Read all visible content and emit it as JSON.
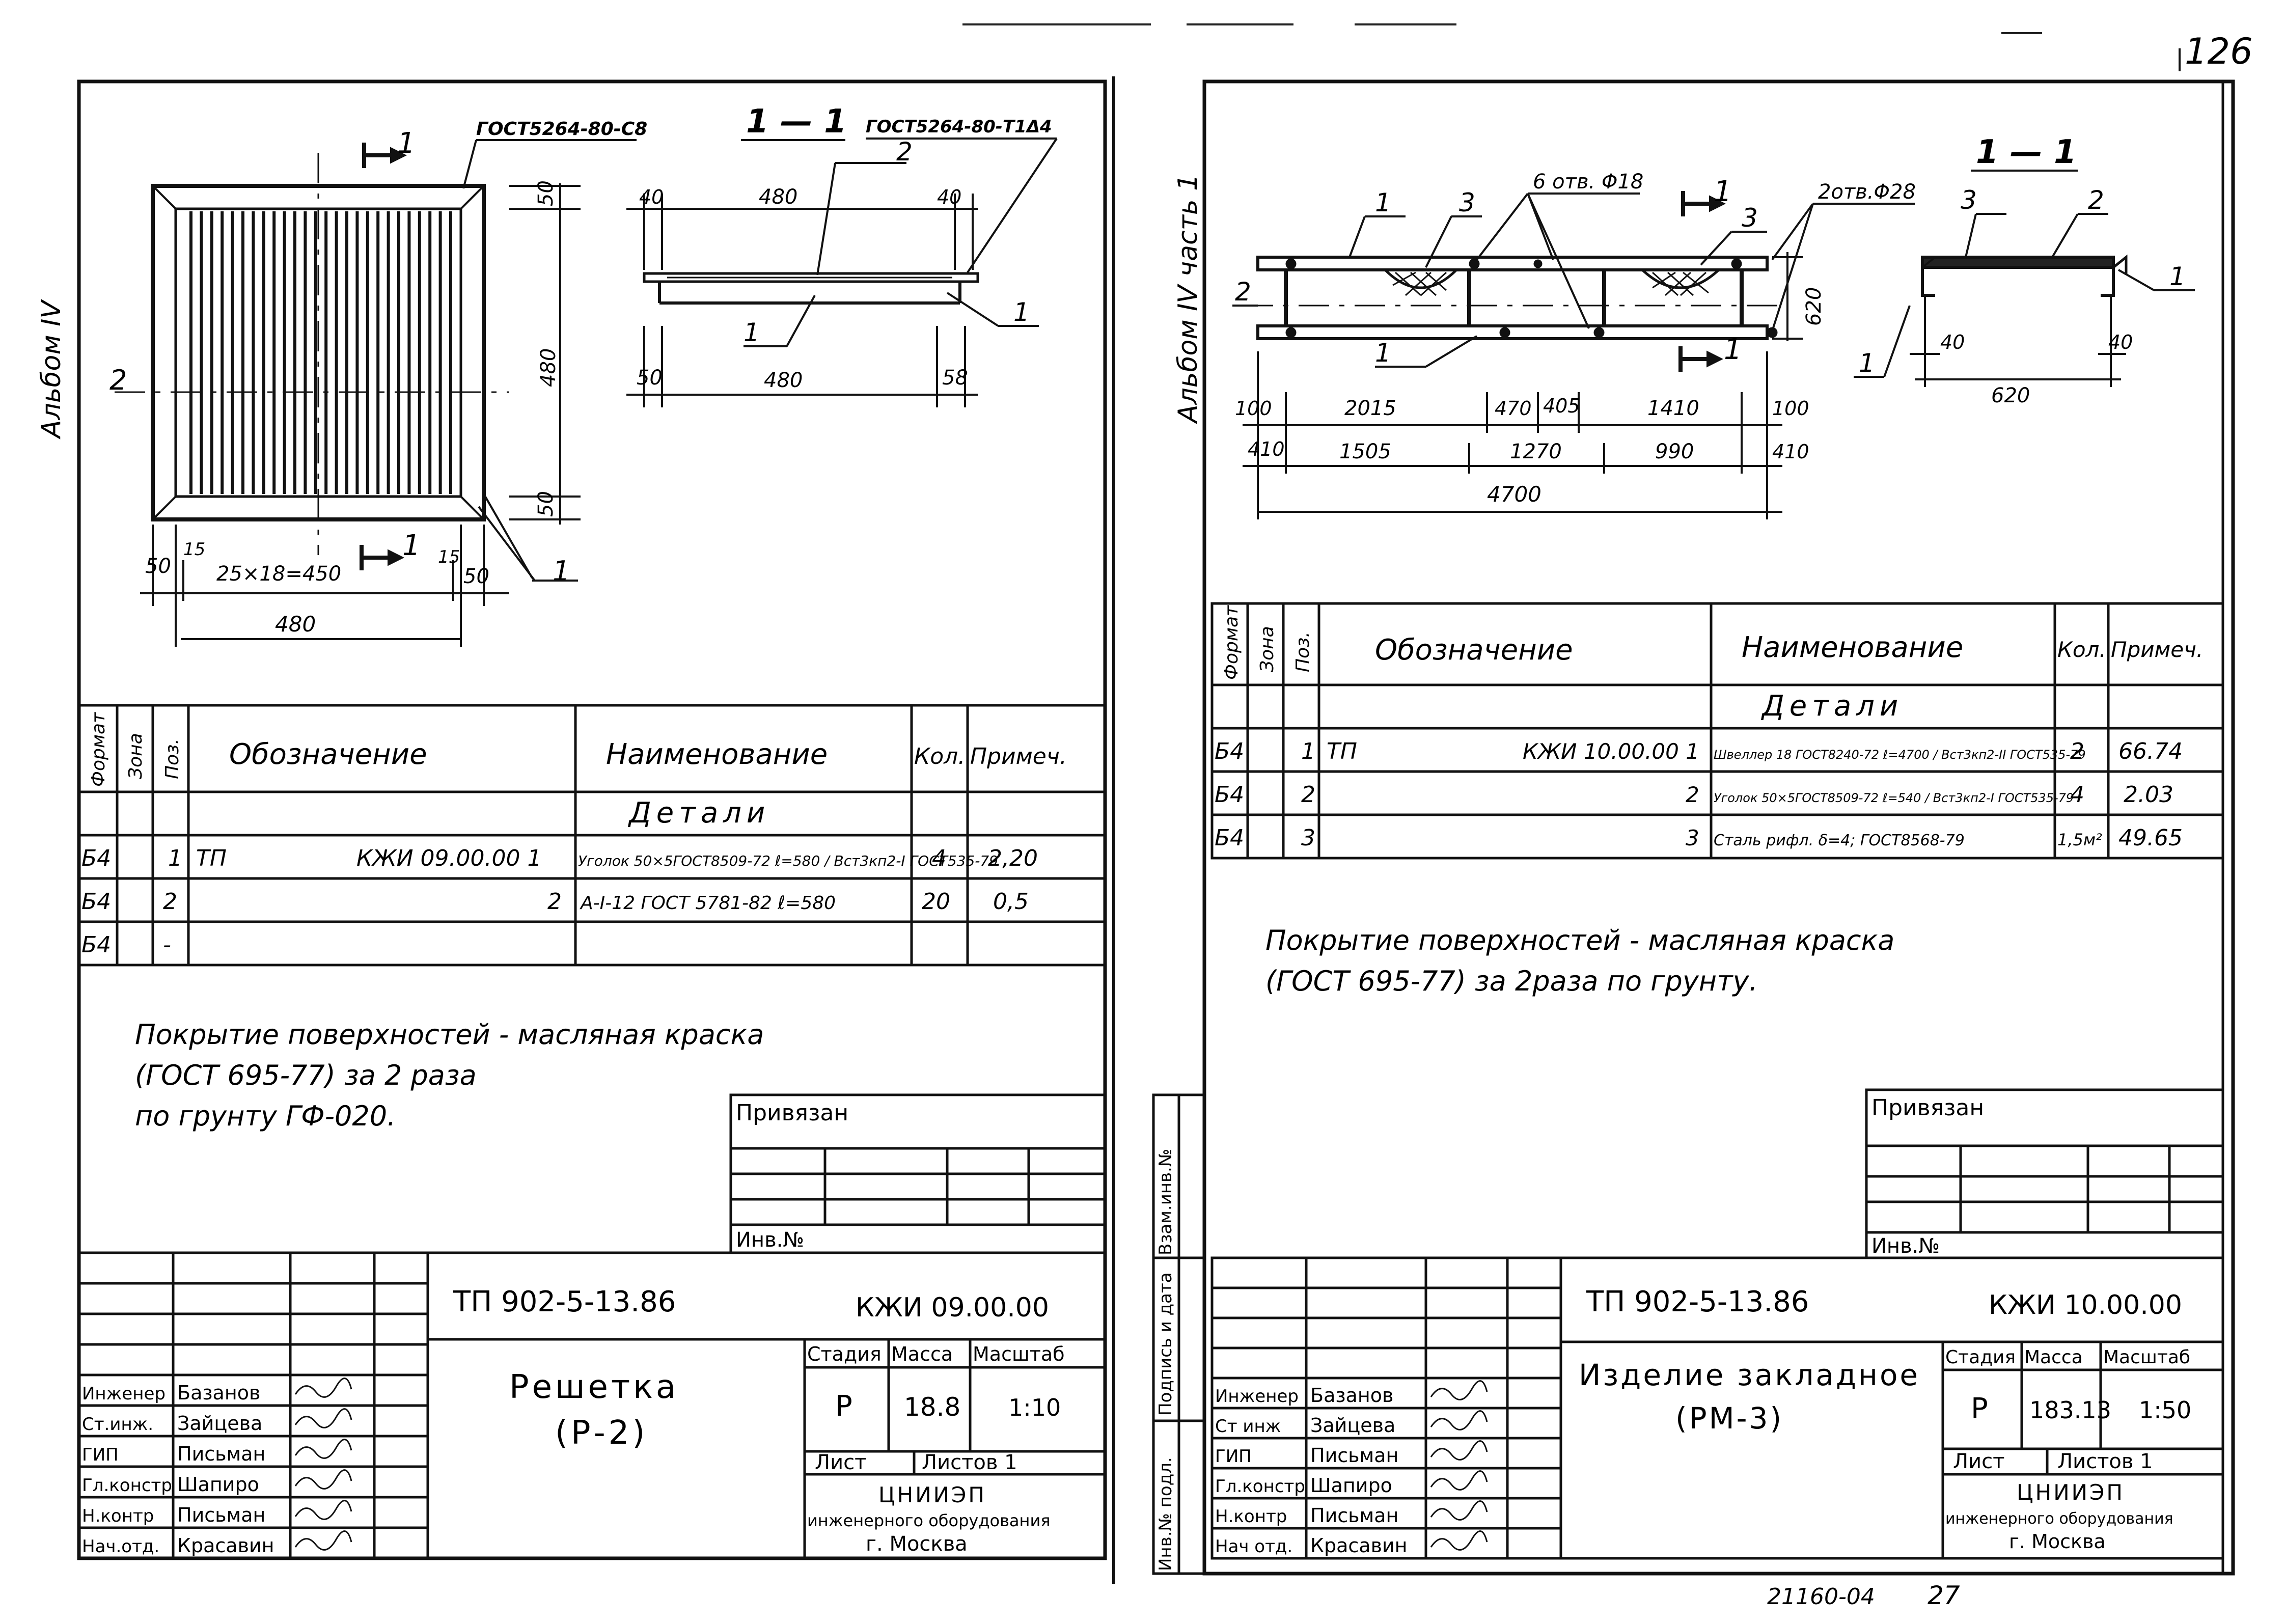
{
  "page_number": "126",
  "bottom_ref": "21160-04",
  "bottom_page": "27",
  "left_sheet": {
    "side_label": "Альбом IV",
    "section_title": "1 — 1",
    "section_mark_top": "1",
    "section_mark_bottom": "1",
    "gost_top": "ГОСТ5264-80-С8",
    "gost_section": "ГОСТ5264-80-Т1Δ4",
    "pos_labels": {
      "p1a": "1",
      "p1b": "1",
      "p1c": "1",
      "p2a": "2",
      "p2b": "2"
    },
    "dims": {
      "d50_top": "50",
      "d480_v": "480",
      "d50_bot": "50",
      "d40_l": "40",
      "d480_s": "480",
      "d40_r": "40",
      "d50_s": "50",
      "d480_s2": "480",
      "d58": "58",
      "d50_bl": "50",
      "d15_l": "15",
      "d25x18": "25×18=450",
      "d15_r": "15",
      "d50_br": "50",
      "d480_bot": "480"
    },
    "spec": {
      "headers": {
        "format": "Формат",
        "zone": "Зона",
        "pos": "Поз.",
        "designation": "Обозначение",
        "name": "Наименование",
        "qty": "Кол.",
        "note": "Примеч."
      },
      "section": "Детали",
      "rows": [
        {
          "format": "Б4",
          "pos": "1",
          "tp": "ТП",
          "designation": "КЖИ 09.00.00 1",
          "name": "Уголок 50×5ГОСТ8509-72 ℓ=580 / Вст3кп2-I ГОСТ535-79",
          "qty": "4",
          "note": "2,20"
        },
        {
          "format": "Б4",
          "pos": "2",
          "tp": "",
          "designation": "2",
          "name": "A-I-12 ГОСТ 5781-82 ℓ=580",
          "qty": "20",
          "note": "0,5"
        },
        {
          "format": "Б4",
          "pos": "-",
          "tp": "",
          "designation": "",
          "name": "",
          "qty": "",
          "note": ""
        }
      ]
    },
    "note_lines": [
      "Покрытие поверхностей - масляная краска",
      "(ГОСТ 695-77) за 2 раза",
      "по грунту ГФ-020."
    ],
    "privyazan": "Привязан",
    "inv_no": "Инв.№",
    "stamp": {
      "project": "ТП 902-5-13.86",
      "code": "КЖИ 09.00.00",
      "title_lines": [
        "Решетка",
        "(Р-2)"
      ],
      "stage_label": "Стадия",
      "mass_label": "Масса",
      "scale_label": "Масштаб",
      "stage": "Р",
      "mass": "18.8",
      "scale": "1:10",
      "sheet_label": "Лист",
      "sheets_label": "Листов 1",
      "org_lines": [
        "ЦНИИЭП",
        "инженерного оборудования",
        "г. Москва"
      ],
      "signers": [
        {
          "role": "Инженер",
          "name": "Базанов"
        },
        {
          "role": "Ст.инж.",
          "name": "Зайцева"
        },
        {
          "role": "ГИП",
          "name": "Письман"
        },
        {
          "role": "Гл.констр",
          "name": "Шапиро"
        },
        {
          "role": "Н.контр",
          "name": "Письман"
        },
        {
          "role": "Нач.отд.",
          "name": "Красавин"
        }
      ]
    }
  },
  "right_sheet": {
    "side_label": "Альбом IV часть 1",
    "section_title": "1 — 1",
    "section_mark_top": "1",
    "section_mark_bottom": "1",
    "holes_a": "6 отв. Φ18",
    "holes_b": "2отв.Φ28",
    "pos_labels": {
      "p1a": "1",
      "p1b": "1",
      "p1c": "1",
      "p1d": "1",
      "p2a": "2",
      "p2b": "2",
      "p3a": "3",
      "p3b": "3",
      "p3c": "3"
    },
    "dims": {
      "d620_v": "620",
      "d100_l": "100",
      "d2015": "2015",
      "d470": "470",
      "d405": "405",
      "d1410": "1410",
      "d100_r": "100",
      "d410_l": "410",
      "d1505": "1505",
      "d1270": "1270",
      "d990": "990",
      "d410_r": "410",
      "d4700": "4700",
      "d40_l": "40",
      "d40_r": "40",
      "d620_h": "620"
    },
    "spec": {
      "headers": {
        "format": "Формат",
        "zone": "Зона",
        "pos": "Поз.",
        "designation": "Обозначение",
        "name": "Наименование",
        "qty": "Кол.",
        "note": "Примеч."
      },
      "section": "Детали",
      "rows": [
        {
          "format": "Б4",
          "pos": "1",
          "tp": "ТП",
          "designation": "КЖИ 10.00.00 1",
          "name": "Швеллер 18 ГОСТ8240-72 ℓ=4700 / Вст3кп2-II ГОСТ535-79",
          "qty": "2",
          "note": "66.74"
        },
        {
          "format": "Б4",
          "pos": "2",
          "tp": "",
          "designation": "2",
          "name": "Уголок 50×5ГОСТ8509-72 ℓ=540 / Вст3кп2-I ГОСТ535-79",
          "qty": "4",
          "note": "2.03"
        },
        {
          "format": "Б4",
          "pos": "3",
          "tp": "",
          "designation": "3",
          "name": "Сталь рифл. δ=4; ГОСТ8568-79",
          "qty": "1,5м²",
          "note": "49.65"
        }
      ]
    },
    "note_lines": [
      "Покрытие поверхностей - масляная краска",
      "(ГОСТ 695-77) за 2раза по грунту."
    ],
    "privyazan": "Привязан",
    "inv_no": "Инв.№",
    "side_stamp": [
      "Инв.№ подл.",
      "Подпись и дата",
      "Взам.инв.№"
    ],
    "stamp": {
      "project": "ТП 902-5-13.86",
      "code": "КЖИ 10.00.00",
      "title_lines": [
        "Изделие закладное",
        "(РМ-3)"
      ],
      "stage_label": "Стадия",
      "mass_label": "Масса",
      "scale_label": "Масштаб",
      "stage": "Р",
      "mass": "183.13",
      "scale": "1:50",
      "sheet_label": "Лист",
      "sheets_label": "Листов 1",
      "org_lines": [
        "ЦНИИЭП",
        "инженерного оборудования",
        "г. Москва"
      ],
      "signers": [
        {
          "role": "Инженер",
          "name": "Базанов"
        },
        {
          "role": "Ст инж",
          "name": "Зайцева"
        },
        {
          "role": "ГИП",
          "name": "Письман"
        },
        {
          "role": "Гл.констр",
          "name": "Шапиро"
        },
        {
          "role": "Н.контр",
          "name": "Письман"
        },
        {
          "role": "Нач отд.",
          "name": "Красавин"
        }
      ]
    }
  }
}
